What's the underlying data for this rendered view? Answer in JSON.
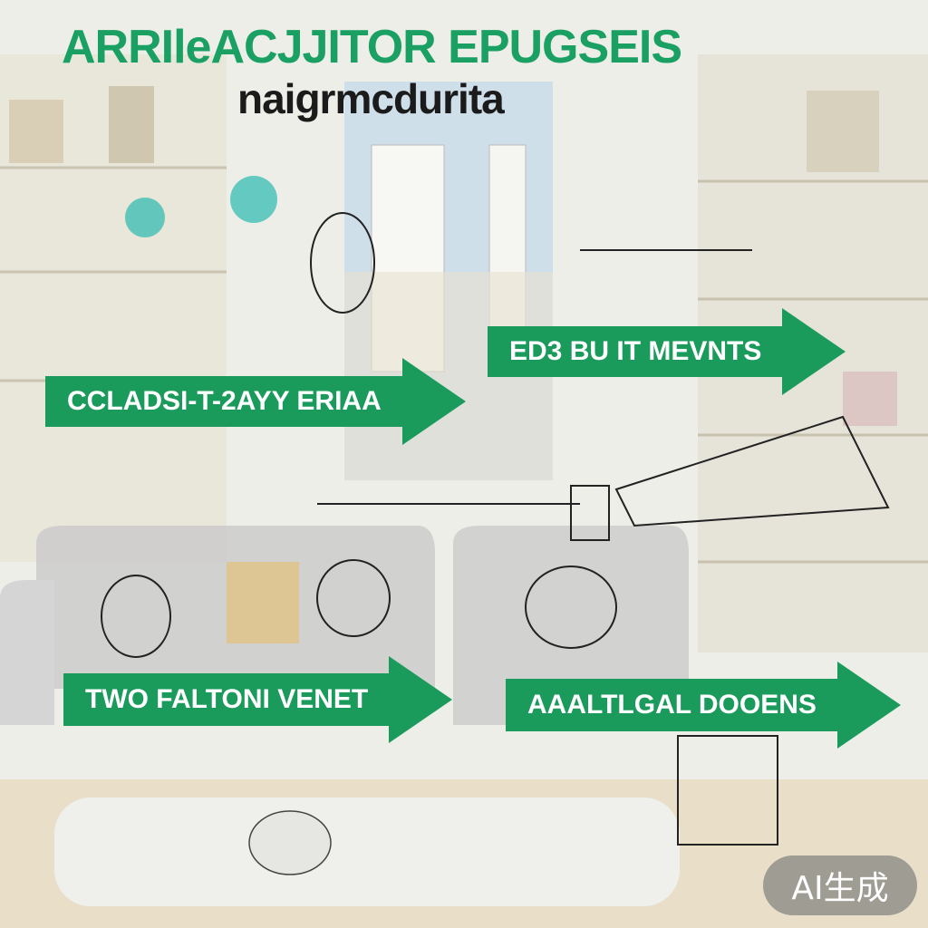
{
  "header": {
    "title": "ARRIleACJJITOR EPUGSEIS",
    "subtitle": "naigrmcdurita"
  },
  "banners": [
    {
      "id": "top-right",
      "label": "ED3 BU IT MEVNTS"
    },
    {
      "id": "mid-left",
      "label": "CCLADSI-T-2AYY ERIAA"
    },
    {
      "id": "bottom-left",
      "label": "TWO FALTONI VENET"
    },
    {
      "id": "bottom-right",
      "label": "AAALTLGAL DOOENS"
    }
  ],
  "watermark": {
    "label": "AI生成"
  },
  "colors": {
    "accent": "#1a9b5b",
    "title": "#1aa063",
    "background": "#f1f0ea"
  }
}
